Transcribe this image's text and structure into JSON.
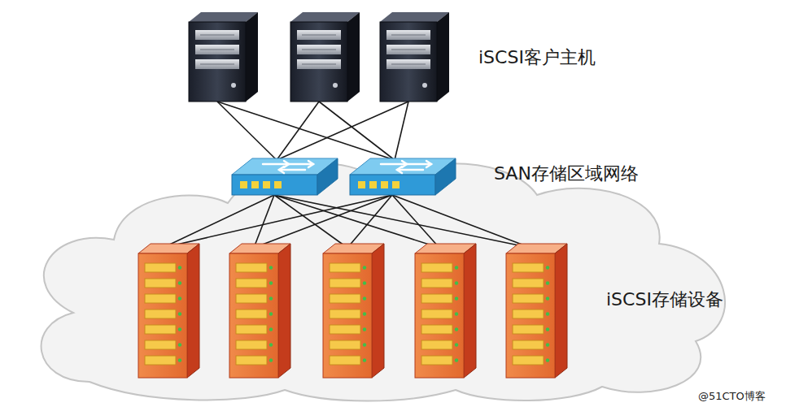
{
  "diagram": {
    "labels": [
      "iSCSI客户主机",
      "SAN存储区域网络",
      "iSCSI存储设备",
      "@51CTO博客"
    ]
  }
}
